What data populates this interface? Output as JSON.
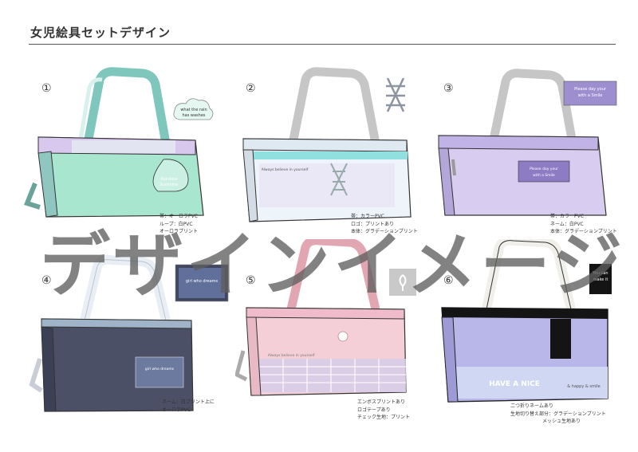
{
  "page": {
    "title": "女児絵具セットデザイン",
    "watermark": "デザインイメージ"
  },
  "designs": [
    {
      "number": "①",
      "color": "#a9e6cf",
      "strap_color": "#7fc6bd",
      "stripe_color": "#d9c8ee",
      "notes": [
        "帯：オーロラPVC",
        "ループ：白PVC",
        "オーロラプリント"
      ],
      "tag_text": [
        "what the rain",
        "has washes"
      ],
      "front_text": [
        "Rainbow",
        "Sunshine"
      ]
    },
    {
      "number": "②",
      "color": "#eef5fa",
      "strap_color": "#c6c6c6",
      "stripe_color": "#8fe0de",
      "notes": [
        "帯：カラーPVC",
        "ロゴ：プリントあり",
        "本体：グラデーションプリント"
      ],
      "tag_text": [],
      "front_text": [
        "Always believe in yourself"
      ]
    },
    {
      "number": "③",
      "color": "#d8cdf0",
      "strap_color": "#c6c6c6",
      "stripe_color": "#c1b3e6",
      "notes": [
        "帯：カラーPVC",
        "ネーム：白PVC",
        "本体：グラデーションプリント"
      ],
      "tag_text": [
        "Please day your",
        "with a Smile"
      ],
      "front_text": [
        "Please day your",
        "with a Smile"
      ]
    },
    {
      "number": "④",
      "color": "#4b5066",
      "strap_color": "#e8eef4",
      "stripe_color": "#9fb4c8",
      "notes": [
        "ネーム：白プリント上に",
        "オーロラPVC"
      ],
      "tag_text": [
        "girl who dreams"
      ],
      "front_text": [
        "girl who dreams"
      ]
    },
    {
      "number": "⑤",
      "color": "#f5cfd8",
      "strap_color": "#e2a6b2",
      "stripe_color": "#d7ccea",
      "notes": [
        "エンボスプリントあり",
        "ロゴテープあり",
        "チェック生地：プリント"
      ],
      "tag_text": [],
      "front_text": [
        "Always believe in yourself"
      ]
    },
    {
      "number": "⑥",
      "color": "#b9b6ea",
      "strap_color": "#f1efe9",
      "stripe_color": "#141414",
      "notes": [
        "二つ折りネームあり",
        "生地切り替え部分：グラデーションプリント",
        "メッシュ生地あり"
      ],
      "tag_text": [
        "You can",
        "make it"
      ],
      "front_text": [
        "HAVE A NICE",
        "& happy & smile"
      ]
    }
  ]
}
